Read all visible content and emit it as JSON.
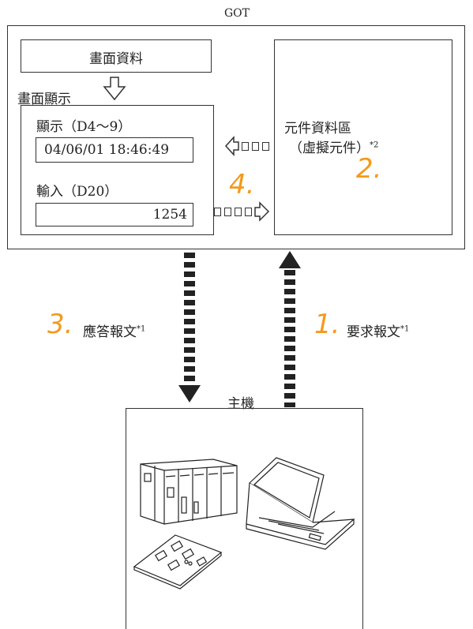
{
  "got": {
    "title": "GOT",
    "screen_data_label": "畫面資料",
    "screen_display_label": "畫面顯示",
    "display_field": {
      "label": "顯示（D4～9）",
      "value": "04/06/01 18:46:49"
    },
    "input_field": {
      "label": "輸入（D20）",
      "value": "1254"
    },
    "device_area": {
      "line1": "元件資料區",
      "line2": "（虛擬元件）",
      "note": "*2",
      "step": "2."
    }
  },
  "steps": {
    "request": {
      "number": "1.",
      "label": "要求報文",
      "note": "*1"
    },
    "response": {
      "number": "3.",
      "label": "應答報文",
      "note": "*1"
    },
    "exchange": {
      "number": "4."
    }
  },
  "host": {
    "label": "主機"
  },
  "colors": {
    "step_orange": "#f39a1e",
    "line": "#333333"
  }
}
